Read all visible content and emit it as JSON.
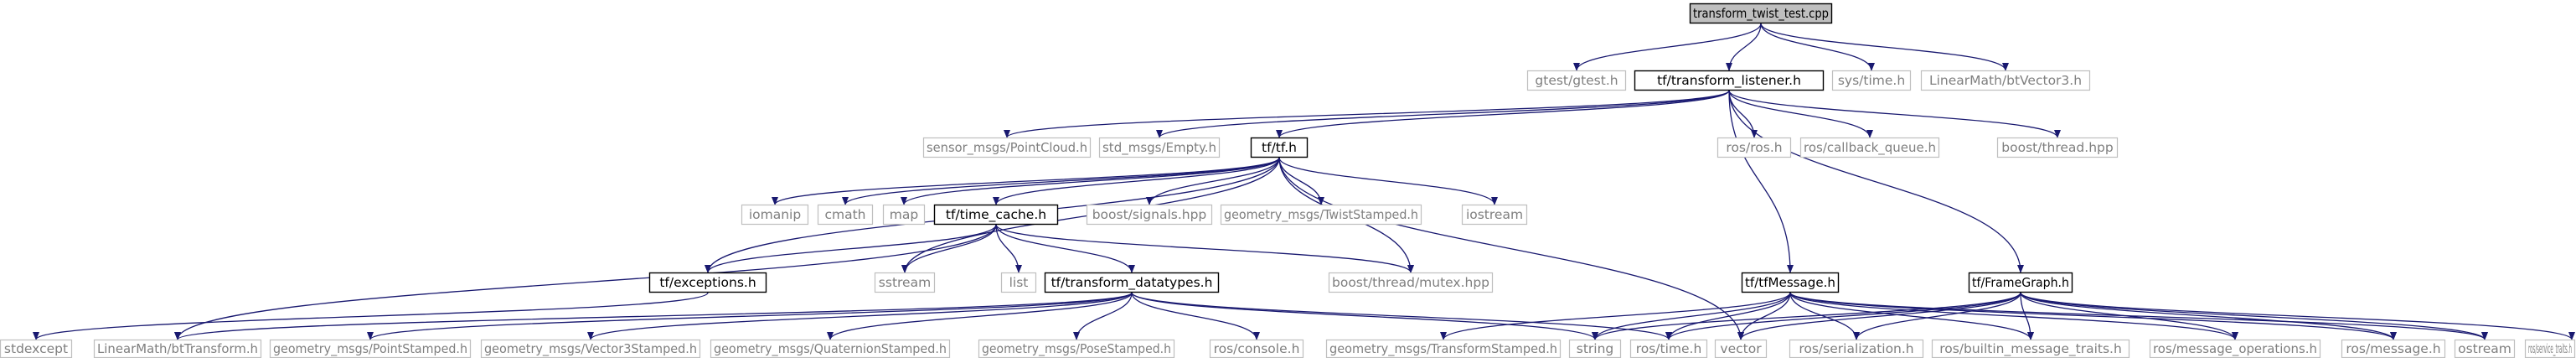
{
  "colors": {
    "edge": "#191970",
    "root_fill": "#bfbfbf",
    "external_border": "#bfbfbf",
    "external_text": "#7f7f7f"
  },
  "nodes": [
    {
      "id": "root",
      "label": "transform_twist_test.cpp",
      "kind": "root"
    },
    {
      "id": "gtest",
      "label": "gtest/gtest.h",
      "kind": "ext"
    },
    {
      "id": "listener",
      "label": "tf/transform_listener.h",
      "kind": "int"
    },
    {
      "id": "systime",
      "label": "sys/time.h",
      "kind": "ext"
    },
    {
      "id": "btvec",
      "label": "LinearMath/btVector3.h",
      "kind": "ext"
    },
    {
      "id": "pointcloud",
      "label": "sensor_msgs/PointCloud.h",
      "kind": "ext"
    },
    {
      "id": "empty",
      "label": "std_msgs/Empty.h",
      "kind": "ext"
    },
    {
      "id": "tf",
      "label": "tf/tf.h",
      "kind": "int"
    },
    {
      "id": "rosh",
      "label": "ros/ros.h",
      "kind": "ext"
    },
    {
      "id": "cbq",
      "label": "ros/callback_queue.h",
      "kind": "ext"
    },
    {
      "id": "bthread",
      "label": "boost/thread.hpp",
      "kind": "ext"
    },
    {
      "id": "iomanip",
      "label": "iomanip",
      "kind": "ext"
    },
    {
      "id": "cmath",
      "label": "cmath",
      "kind": "ext"
    },
    {
      "id": "map",
      "label": "map",
      "kind": "ext"
    },
    {
      "id": "timecache",
      "label": "tf/time_cache.h",
      "kind": "int"
    },
    {
      "id": "bsignals",
      "label": "boost/signals.hpp",
      "kind": "ext"
    },
    {
      "id": "twiststamped",
      "label": "geometry_msgs/TwistStamped.h",
      "kind": "ext"
    },
    {
      "id": "iostream",
      "label": "iostream",
      "kind": "ext"
    },
    {
      "id": "exceptions",
      "label": "tf/exceptions.h",
      "kind": "int"
    },
    {
      "id": "sstream",
      "label": "sstream",
      "kind": "ext"
    },
    {
      "id": "list",
      "label": "list",
      "kind": "ext"
    },
    {
      "id": "datatypes",
      "label": "tf/transform_datatypes.h",
      "kind": "int"
    },
    {
      "id": "mutex",
      "label": "boost/thread/mutex.hpp",
      "kind": "ext"
    },
    {
      "id": "tfmsg",
      "label": "tf/tfMessage.h",
      "kind": "int"
    },
    {
      "id": "framegraph",
      "label": "tf/FrameGraph.h",
      "kind": "int"
    },
    {
      "id": "stdexcept",
      "label": "stdexcept",
      "kind": "ext"
    },
    {
      "id": "bttransform",
      "label": "LinearMath/btTransform.h",
      "kind": "ext"
    },
    {
      "id": "pointstamped",
      "label": "geometry_msgs/PointStamped.h",
      "kind": "ext"
    },
    {
      "id": "vec3stamped",
      "label": "geometry_msgs/Vector3Stamped.h",
      "kind": "ext"
    },
    {
      "id": "quatstamped",
      "label": "geometry_msgs/QuaternionStamped.h",
      "kind": "ext"
    },
    {
      "id": "posestamped",
      "label": "geometry_msgs/PoseStamped.h",
      "kind": "ext"
    },
    {
      "id": "console",
      "label": "ros/console.h",
      "kind": "ext"
    },
    {
      "id": "transformstamped",
      "label": "geometry_msgs/TransformStamped.h",
      "kind": "ext"
    },
    {
      "id": "string",
      "label": "string",
      "kind": "ext"
    },
    {
      "id": "rostime",
      "label": "ros/time.h",
      "kind": "ext"
    },
    {
      "id": "vector",
      "label": "vector",
      "kind": "ext"
    },
    {
      "id": "serialization",
      "label": "ros/serialization.h",
      "kind": "ext"
    },
    {
      "id": "builtin",
      "label": "ros/builtin_message_traits.h",
      "kind": "ext"
    },
    {
      "id": "msgops",
      "label": "ros/message_operations.h",
      "kind": "ext"
    },
    {
      "id": "rosmsg",
      "label": "ros/message.h",
      "kind": "ext"
    },
    {
      "id": "ostream",
      "label": "ostream",
      "kind": "ext"
    },
    {
      "id": "servicetraits",
      "label": "ros/service_traits.h",
      "kind": "ext"
    }
  ],
  "edges": [
    [
      "root",
      "gtest"
    ],
    [
      "root",
      "listener"
    ],
    [
      "root",
      "systime"
    ],
    [
      "root",
      "btvec"
    ],
    [
      "listener",
      "pointcloud"
    ],
    [
      "listener",
      "empty"
    ],
    [
      "listener",
      "tf"
    ],
    [
      "listener",
      "rosh"
    ],
    [
      "listener",
      "cbq"
    ],
    [
      "listener",
      "bthread"
    ],
    [
      "listener",
      "tfmsg"
    ],
    [
      "listener",
      "framegraph"
    ],
    [
      "tf",
      "iomanip"
    ],
    [
      "tf",
      "cmath"
    ],
    [
      "tf",
      "map"
    ],
    [
      "tf",
      "timecache"
    ],
    [
      "tf",
      "bsignals"
    ],
    [
      "tf",
      "twiststamped"
    ],
    [
      "tf",
      "iostream"
    ],
    [
      "tf",
      "exceptions"
    ],
    [
      "tf",
      "sstream"
    ],
    [
      "tf",
      "mutex"
    ],
    [
      "tf",
      "vector"
    ],
    [
      "timecache",
      "exceptions"
    ],
    [
      "timecache",
      "sstream"
    ],
    [
      "timecache",
      "list"
    ],
    [
      "timecache",
      "datatypes"
    ],
    [
      "timecache",
      "mutex"
    ],
    [
      "timecache",
      "bttransform"
    ],
    [
      "exceptions",
      "stdexcept"
    ],
    [
      "datatypes",
      "bttransform"
    ],
    [
      "datatypes",
      "pointstamped"
    ],
    [
      "datatypes",
      "vec3stamped"
    ],
    [
      "datatypes",
      "quatstamped"
    ],
    [
      "datatypes",
      "posestamped"
    ],
    [
      "datatypes",
      "console"
    ],
    [
      "datatypes",
      "string"
    ],
    [
      "datatypes",
      "rostime"
    ],
    [
      "tfmsg",
      "transformstamped"
    ],
    [
      "tfmsg",
      "string"
    ],
    [
      "tfmsg",
      "rostime"
    ],
    [
      "tfmsg",
      "vector"
    ],
    [
      "tfmsg",
      "serialization"
    ],
    [
      "tfmsg",
      "builtin"
    ],
    [
      "tfmsg",
      "msgops"
    ],
    [
      "tfmsg",
      "rosmsg"
    ],
    [
      "tfmsg",
      "ostream"
    ],
    [
      "framegraph",
      "string"
    ],
    [
      "framegraph",
      "rostime"
    ],
    [
      "framegraph",
      "vector"
    ],
    [
      "framegraph",
      "serialization"
    ],
    [
      "framegraph",
      "builtin"
    ],
    [
      "framegraph",
      "msgops"
    ],
    [
      "framegraph",
      "rosmsg"
    ],
    [
      "framegraph",
      "ostream"
    ],
    [
      "framegraph",
      "servicetraits"
    ]
  ]
}
